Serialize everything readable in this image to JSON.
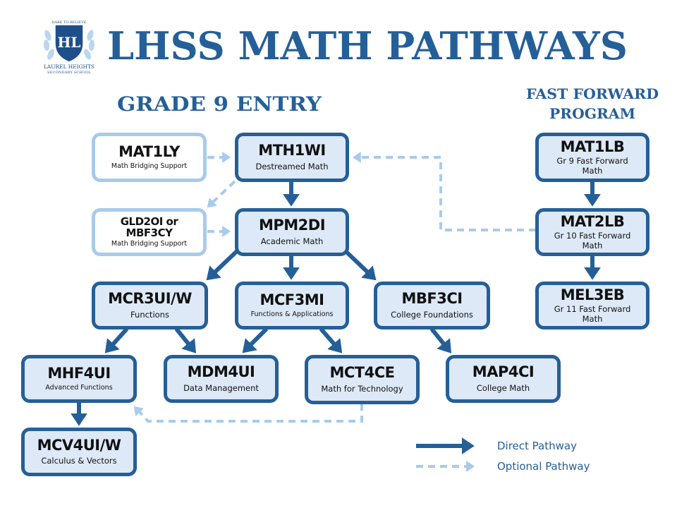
{
  "logo": {
    "motto": "DARE TO BELIEVE",
    "monogram": "HL",
    "school_line1": "LAUREL HEIGHTS",
    "school_line2": "SECONDARY SCHOOL"
  },
  "title": "LHSS MATH PATHWAYS",
  "sections": {
    "grade9": "GRADE 9 ENTRY",
    "fast_forward_line1": "FAST FORWARD",
    "fast_forward_line2": "PROGRAM"
  },
  "courses": {
    "mat1ly": {
      "code": "MAT1LY",
      "desc": "Math Bridging Support"
    },
    "mth1wi": {
      "code": "MTH1WI",
      "desc": "Destreamed Math"
    },
    "gld2oi": {
      "code_line1": "GLD2OI or",
      "code_line2": "MBF3CY",
      "desc": "Math Bridging Support"
    },
    "mpm2di": {
      "code": "MPM2DI",
      "desc": "Academic Math"
    },
    "mcr3ui": {
      "code": "MCR3UI/W",
      "desc": "Functions"
    },
    "mcf3mi": {
      "code": "MCF3MI",
      "desc": "Functions & Applications"
    },
    "mbf3ci": {
      "code": "MBF3CI",
      "desc": "College Foundations"
    },
    "mhf4ui": {
      "code": "MHF4UI",
      "desc": "Advanced Functions"
    },
    "mdm4ui": {
      "code": "MDM4UI",
      "desc": "Data Management"
    },
    "mct4ce": {
      "code": "MCT4CE",
      "desc": "Math for Technology"
    },
    "map4ci": {
      "code": "MAP4CI",
      "desc": "College Math"
    },
    "mcv4ui": {
      "code": "MCV4UI/W",
      "desc": "Calculus & Vectors"
    },
    "mat1lb": {
      "code": "MAT1LB",
      "desc_line1": "Gr 9 Fast Forward",
      "desc_line2": "Math"
    },
    "mat2lb": {
      "code": "MAT2LB",
      "desc_line1": "Gr 10 Fast Forward",
      "desc_line2": "Math"
    },
    "mel3eb": {
      "code": "MEL3EB",
      "desc_line1": "Gr 11 Fast Forward",
      "desc_line2": "Math"
    }
  },
  "legend": {
    "direct": "Direct Pathway",
    "optional": "Optional Pathway"
  },
  "colors": {
    "dark": "#255f98",
    "light": "#a8cbec",
    "fill": "#dde9f7"
  }
}
